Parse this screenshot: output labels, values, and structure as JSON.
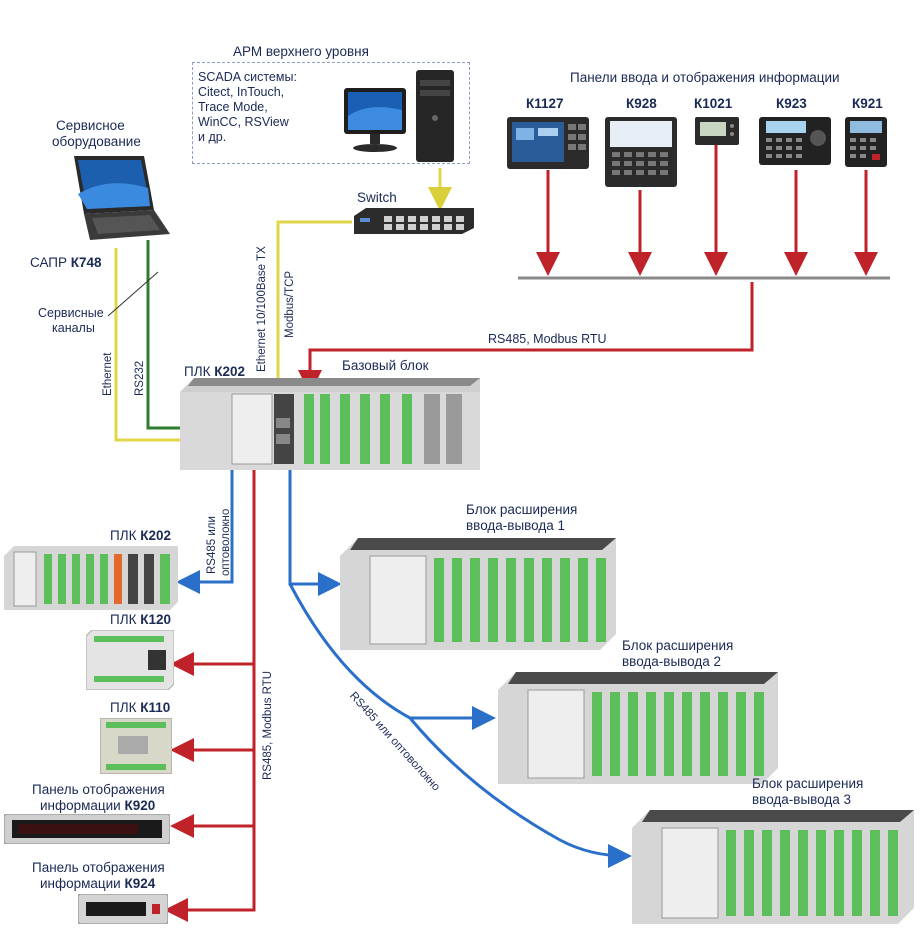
{
  "arm": {
    "title": "АРМ верхнего уровня",
    "scada_lines": [
      "SCADA системы:",
      "Citect, InTouch,",
      "Trace Mode,",
      "WinCC, RSView",
      "и др."
    ]
  },
  "switch_label": "Switch",
  "service": {
    "title_lines": [
      "Сервисное",
      "оборудование"
    ],
    "sapr_prefix": "САПР",
    "sapr_model": "К748",
    "channels_lines": [
      "Сервисные",
      "каналы"
    ]
  },
  "panels": {
    "title": "Панели ввода и отображения информации",
    "models": [
      "К1127",
      "К928",
      "К1021",
      "К923",
      "К921"
    ]
  },
  "links": {
    "ethernet_tx": "Ethernet 10/100Base TX",
    "modbus_tcp": "Modbus/TCP",
    "ethernet": "Ethernet",
    "rs232": "RS232",
    "rs485_modbus_top": "RS485, Modbus RTU",
    "rs485_fiber_short_1": "RS485 или",
    "rs485_fiber_short_2": "оптоволокно",
    "rs485_modbus_vertical": "RS485, Modbus RTU",
    "rs485_fiber_long": "RS485 или оптоволокно"
  },
  "main_plc": {
    "prefix": "ПЛК",
    "model": "К202",
    "base_label": "Базовый блок"
  },
  "expansions": [
    {
      "line1": "Блок расширения",
      "line2": "ввода-вывода 1"
    },
    {
      "line1": "Блок расширения",
      "line2": "ввода-вывода 2"
    },
    {
      "line1": "Блок расширения",
      "line2": "ввода-вывода 3"
    }
  ],
  "left_devices": [
    {
      "prefix": "ПЛК",
      "model": "К202"
    },
    {
      "prefix": "ПЛК",
      "model": "К120"
    },
    {
      "prefix": "ПЛК",
      "model": "К110"
    },
    {
      "line1": "Панель отображения",
      "prefix": "информации",
      "model": "К920"
    },
    {
      "line1": "Панель отображения",
      "prefix": "информации",
      "model": "К924"
    }
  ],
  "colors": {
    "red_wire": "#c0222a",
    "blue_wire": "#2a6fc9",
    "yellow_wire": "#e8df5a",
    "green_wire": "#2e7d32",
    "module_green": "#5cbf5c",
    "label_text": "#1a2a55"
  }
}
